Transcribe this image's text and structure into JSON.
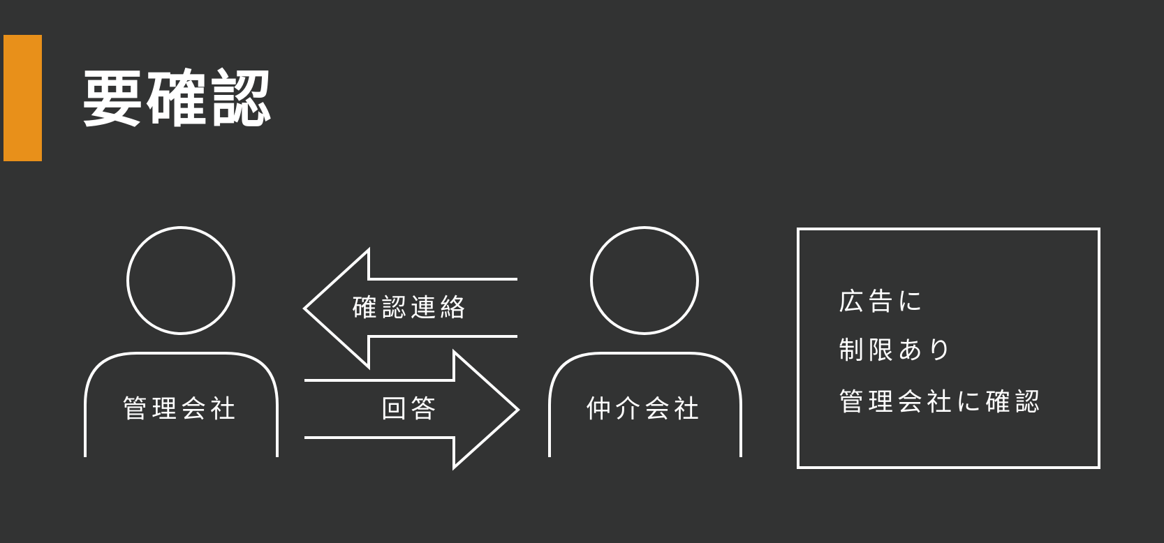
{
  "title": "要確認",
  "colors": {
    "background": "#323333",
    "accent": "#E8901A",
    "stroke": "#FFFFFF"
  },
  "diagram": {
    "left_actor": "管理会社",
    "right_actor": "仲介会社",
    "arrow_to_left": "確認連絡",
    "arrow_to_right": "回答",
    "note_lines": [
      "広告に",
      "制限あり",
      "管理会社に確認"
    ]
  }
}
